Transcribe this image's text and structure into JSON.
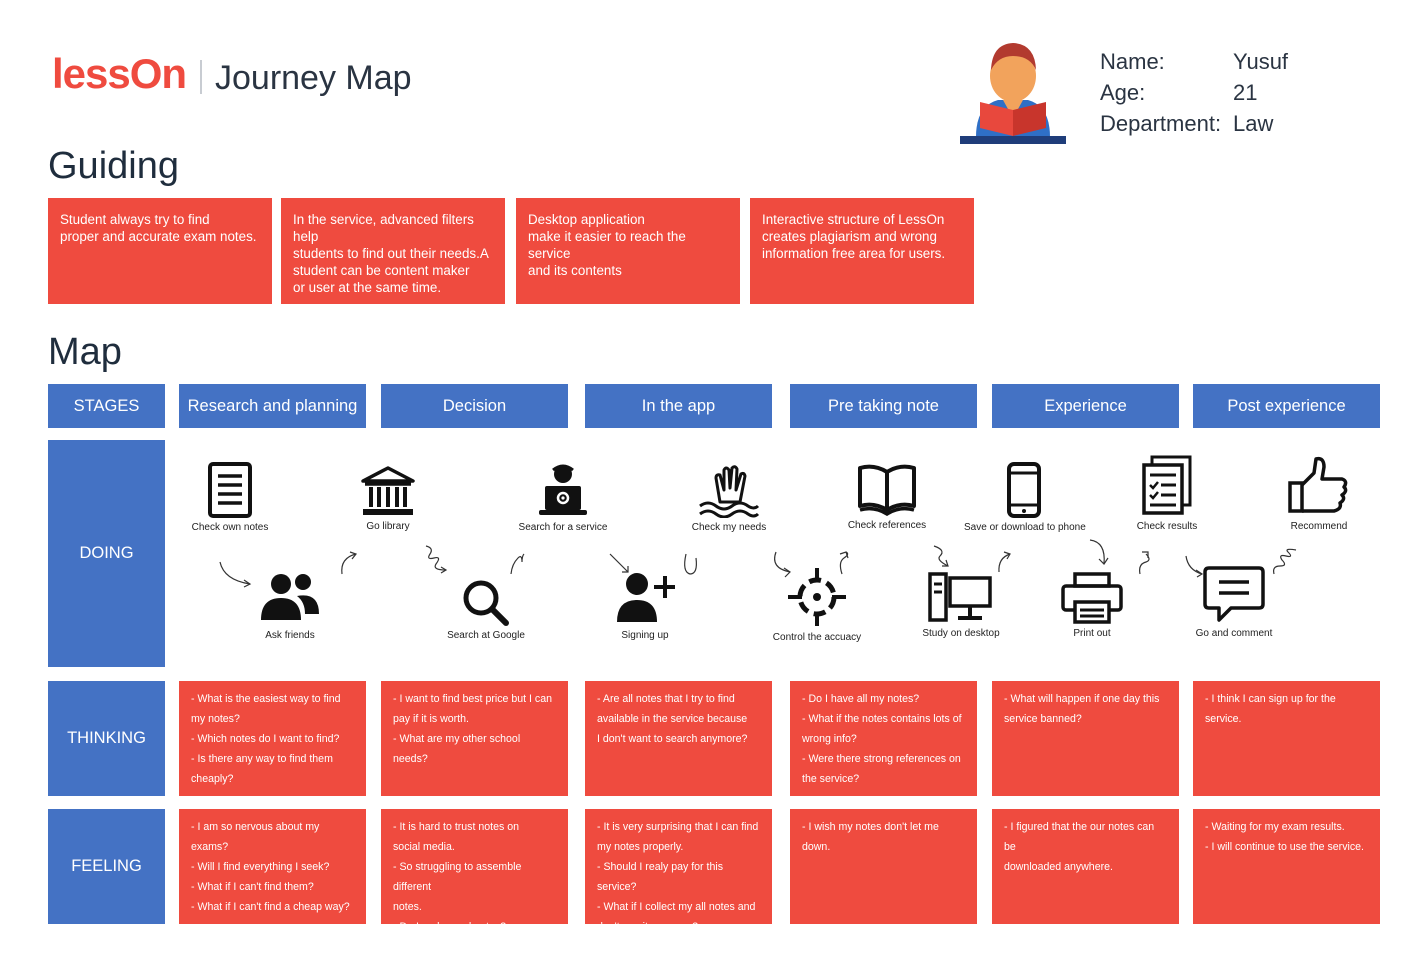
{
  "header": {
    "logo": "lessOn",
    "title": "Journey Map"
  },
  "persona": {
    "fields": [
      {
        "label": "Name:",
        "value": "Yusuf"
      },
      {
        "label": "Age:",
        "value": "21"
      },
      {
        "label": "Department:",
        "value": "Law"
      }
    ]
  },
  "guiding": {
    "title": "Guiding",
    "cards": [
      {
        "lines": [
          "Student always try to find",
          "proper and accurate exam notes."
        ]
      },
      {
        "lines": [
          "In the service, advanced filters help",
          "students to find out their needs.A",
          "student can be content maker",
          "or user at the same time."
        ]
      },
      {
        "lines": [
          "Desktop application",
          "make it easier to reach the service",
          "and its contents"
        ]
      },
      {
        "lines": [
          "Interactive structure of LessOn",
          "creates plagiarism and wrong",
          "information free area for users."
        ]
      }
    ]
  },
  "map": {
    "title": "Map",
    "stages_label": "STAGES",
    "stages": [
      "Research and planning",
      "Decision",
      "In the app",
      "Pre taking note",
      "Experience",
      "Post experience"
    ],
    "row_labels": {
      "doing": "DOING",
      "thinking": "THINKING",
      "feeling": "FEELING"
    },
    "doing_top": [
      {
        "label": "Check own notes",
        "icon": "document-icon"
      },
      {
        "label": "Go library",
        "icon": "library-icon"
      },
      {
        "label": "Search for a service",
        "icon": "laptop-user-icon"
      },
      {
        "label": "Check my needs",
        "icon": "raised-hand-icon"
      },
      {
        "label": "Check references",
        "icon": "open-book-icon"
      },
      {
        "label": "Save or download to phone",
        "icon": "smartphone-icon"
      },
      {
        "label": "Check results",
        "icon": "checklist-icon"
      },
      {
        "label": "Recommend",
        "icon": "thumbs-up-icon"
      }
    ],
    "doing_bottom": [
      {
        "label": "Ask friends",
        "icon": "people-icon"
      },
      {
        "label": "Search at Google",
        "icon": "magnifier-icon"
      },
      {
        "label": "Signing up",
        "icon": "add-user-icon"
      },
      {
        "label": "Control the accuacy",
        "icon": "crosshair-icon"
      },
      {
        "label": "Study on desktop",
        "icon": "desktop-icon"
      },
      {
        "label": "Print out",
        "icon": "printer-icon"
      },
      {
        "label": "Go and comment",
        "icon": "comment-icon"
      }
    ],
    "thinking": [
      [
        "- What is the easiest way to find",
        "my notes?",
        "- Which notes do I want to find?",
        "- Is there any way to find them",
        "cheaply?"
      ],
      [
        "- I want to find best price but I can",
        "pay if it is worth.",
        "- What are my other school needs?"
      ],
      [
        "- Are all notes that I try to find",
        "available in the service because",
        "I don't want to search anymore?"
      ],
      [
        "- Do I have all my notes?",
        "- What if the notes contains lots of",
        "wrong info?",
        "- Were there strong references on",
        "the service?"
      ],
      [
        "- What will happen if one day this",
        "service banned?"
      ],
      [
        "- I think I can sign up for the service."
      ]
    ],
    "feeling": [
      [
        "- I am so nervous about my exams?",
        "- Will I find everything I seek?",
        "- What if I can't find them?",
        "- What if I can't find a cheap way?"
      ],
      [
        "- It is hard to trust notes on",
        "social media.",
        "- So struggling to assemble different",
        "notes.",
        "- Do I realy need notes?"
      ],
      [
        "- It is very surprising that I can find",
        "my notes properly.",
        "- Should I realy pay for this service?",
        "- What if I collect my all notes and",
        "don't use it anymore?"
      ],
      [
        "- I wish my notes don't let me down."
      ],
      [
        "- I figured that the our notes can be",
        "downloaded anywhere."
      ],
      [
        "- Waiting for my exam results.",
        "- I will continue to use the service."
      ]
    ]
  },
  "colors": {
    "accent_red": "#ef4b3f",
    "accent_blue": "#4472c4",
    "text_dark": "#1f2d3d"
  }
}
